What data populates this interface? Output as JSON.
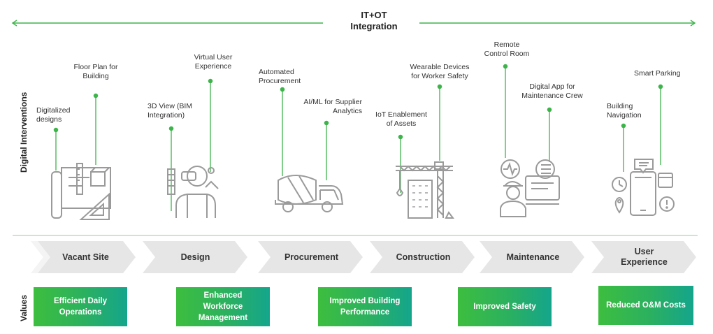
{
  "header": {
    "title": "IT+OT\nIntegration",
    "arrow_color": "#3cb44a"
  },
  "side_labels": {
    "interventions": "Digital Interventions",
    "values": "Values"
  },
  "interventions": [
    {
      "label": "Digitalized\ndesigns"
    },
    {
      "label": "Floor Plan for\nBuilding"
    },
    {
      "label": "3D View (BIM\nIntegration)"
    },
    {
      "label": "Virtual User\nExperience"
    },
    {
      "label": "Automated\nProcurement"
    },
    {
      "label": "AI/ML for Supplier\nAnalytics"
    },
    {
      "label": "IoT Enablement\nof Assets"
    },
    {
      "label": "Wearable Devices\nfor Worker Safety"
    },
    {
      "label": "Remote\nControl Room"
    },
    {
      "label": "Digital App for\nMaintenance Crew"
    },
    {
      "label": "Building\nNavigation"
    },
    {
      "label": "Smart Parking"
    }
  ],
  "icons": [
    "blueprint-icon",
    "vr-headset-icon",
    "cement-mixer-truck-icon",
    "tower-crane-icon",
    "maintenance-worker-icon",
    "smartphone-navigation-icon"
  ],
  "phases": [
    {
      "label": "Vacant Site"
    },
    {
      "label": "Design"
    },
    {
      "label": "Procurement"
    },
    {
      "label": "Construction"
    },
    {
      "label": "Maintenance"
    },
    {
      "label": "User\nExperience"
    }
  ],
  "values": [
    {
      "label": "Efficient Daily\nOperations"
    },
    {
      "label": "Enhanced\nWorkforce\nManagement"
    },
    {
      "label": "Improved Building\nPerformance"
    },
    {
      "label": "Improved Safety"
    },
    {
      "label": "Reduced O&M Costs"
    }
  ],
  "colors": {
    "accent_green": "#3cb44a",
    "icon_gray": "#9a9a9a",
    "chevron_gray": "#e6e6e6",
    "value_gradient_start": "#3dbe3f",
    "value_gradient_end": "#14a58c"
  }
}
